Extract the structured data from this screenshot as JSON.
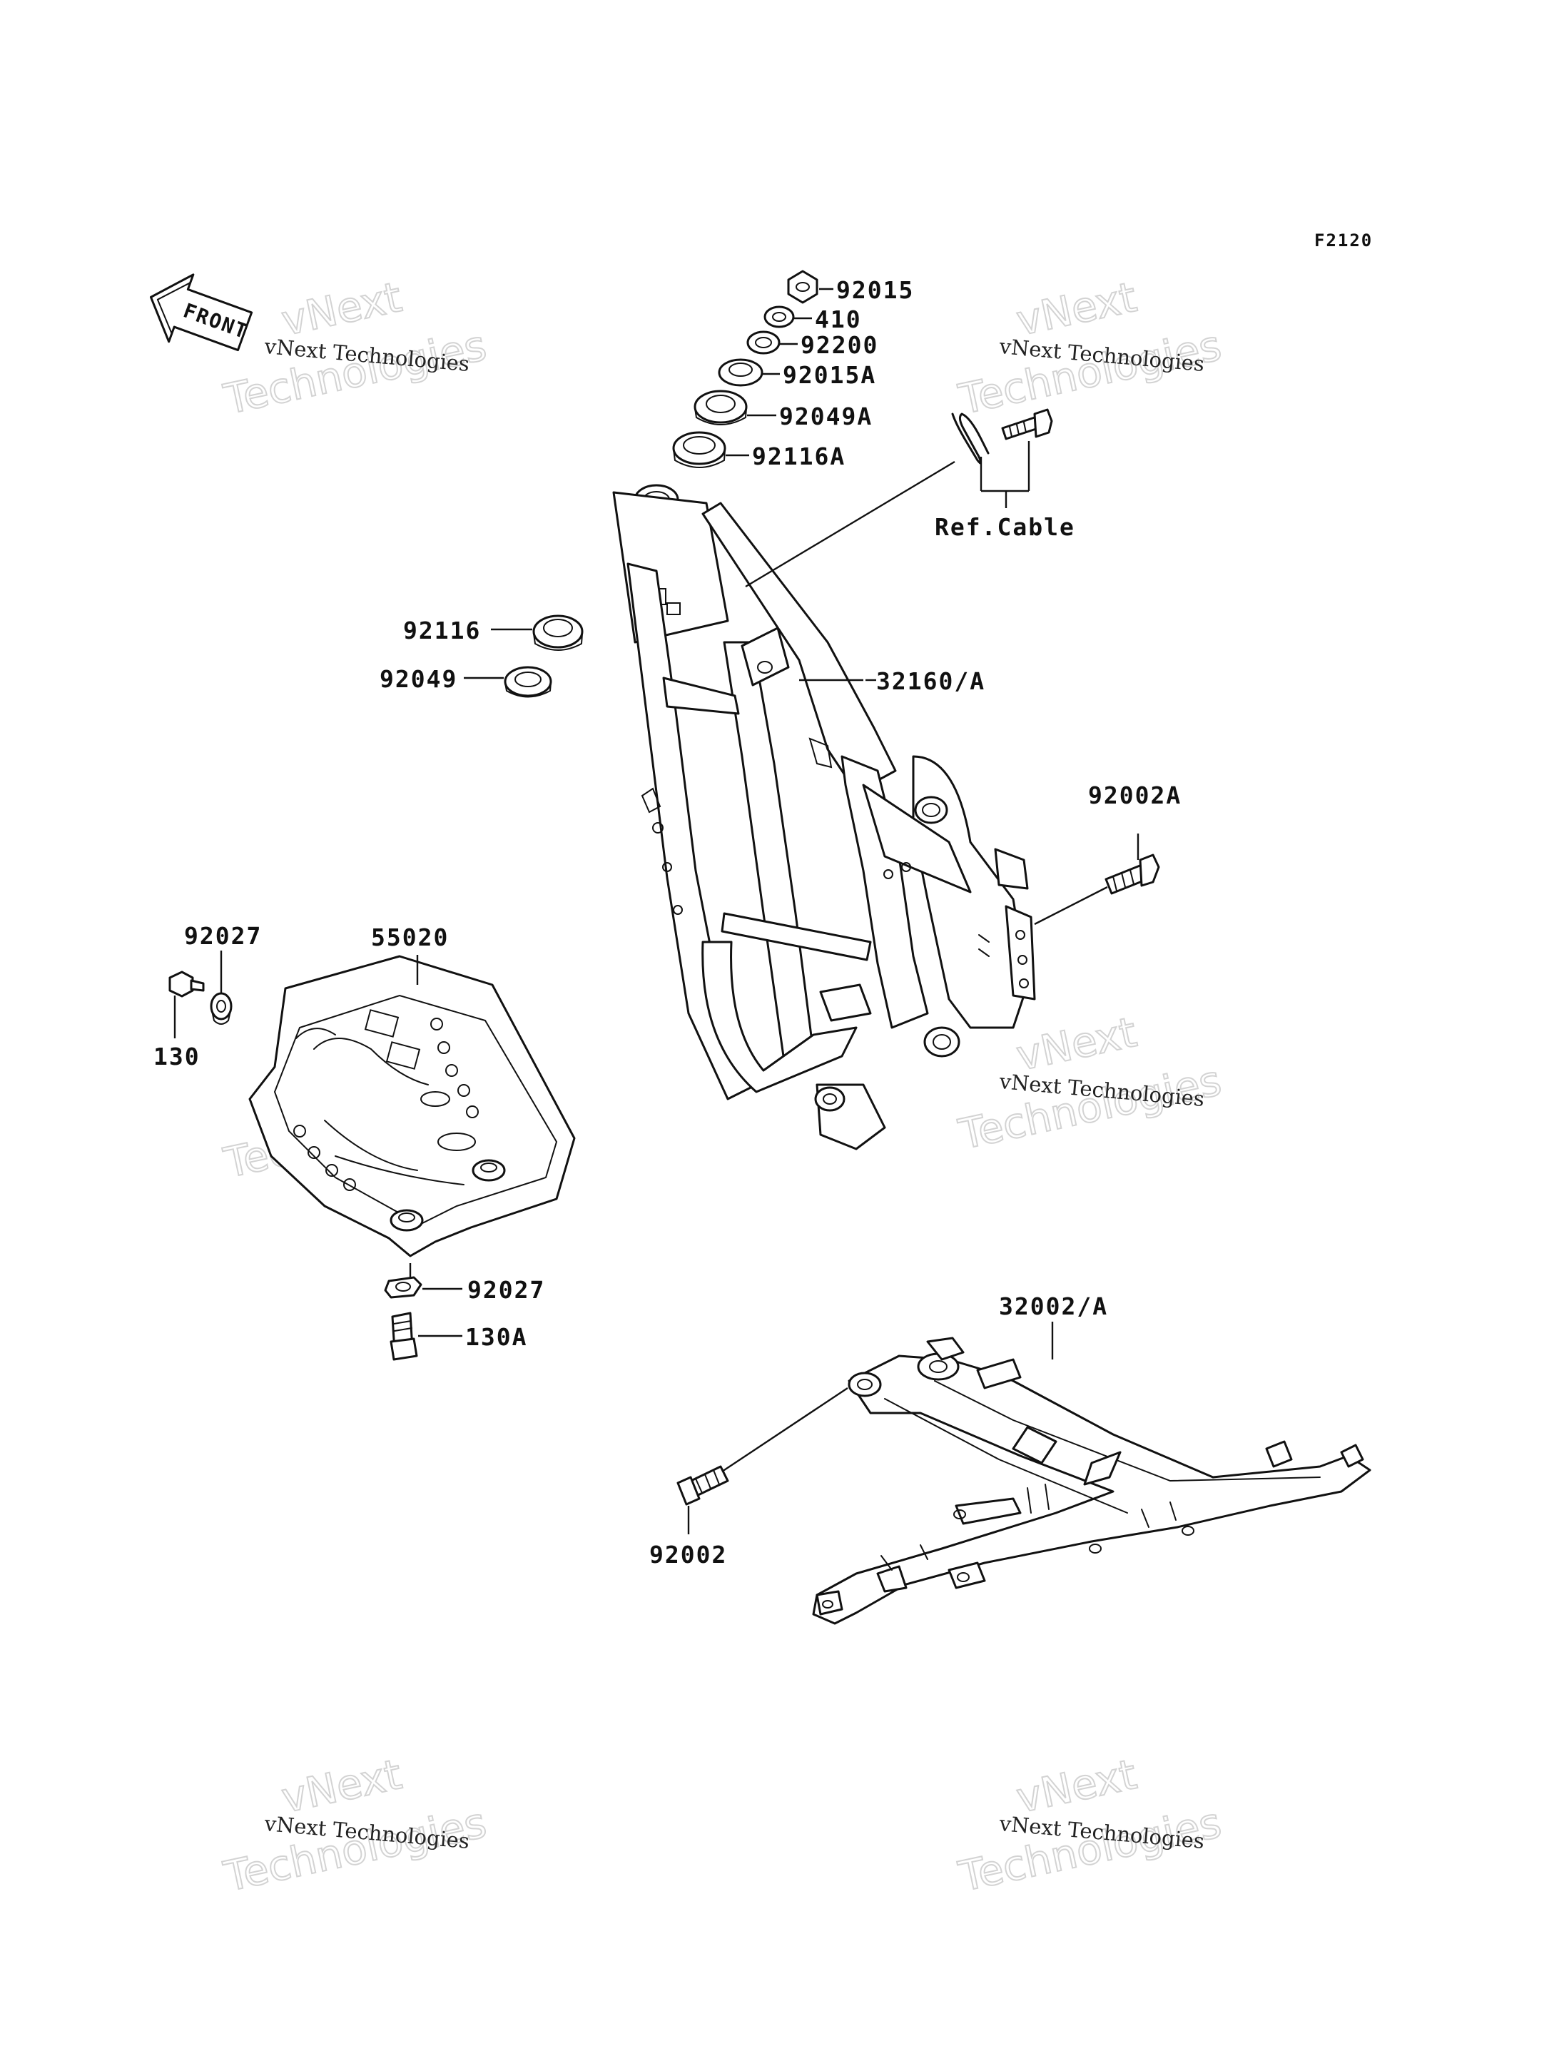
{
  "diagram_code": "F2120",
  "front_arrow_text": "FRONT",
  "part_labels": {
    "p92015": "92015",
    "p410": "410",
    "p92200": "92200",
    "p92015A": "92015A",
    "p92049A": "92049A",
    "p92116A": "92116A",
    "p92116": "92116",
    "p92049": "92049",
    "p32160A": "32160/A",
    "p92002A": "92002A",
    "p92027_top": "92027",
    "p130": "130",
    "p55020": "55020",
    "p92027_bottom": "92027",
    "p130A": "130A",
    "p32002A": "32002/A",
    "p92002": "92002",
    "ref_cable": "Ref.Cable"
  },
  "watermark": {
    "line_small": "vNext Technologies",
    "line_big_1": "vNext",
    "line_big_2": "Technologies"
  }
}
